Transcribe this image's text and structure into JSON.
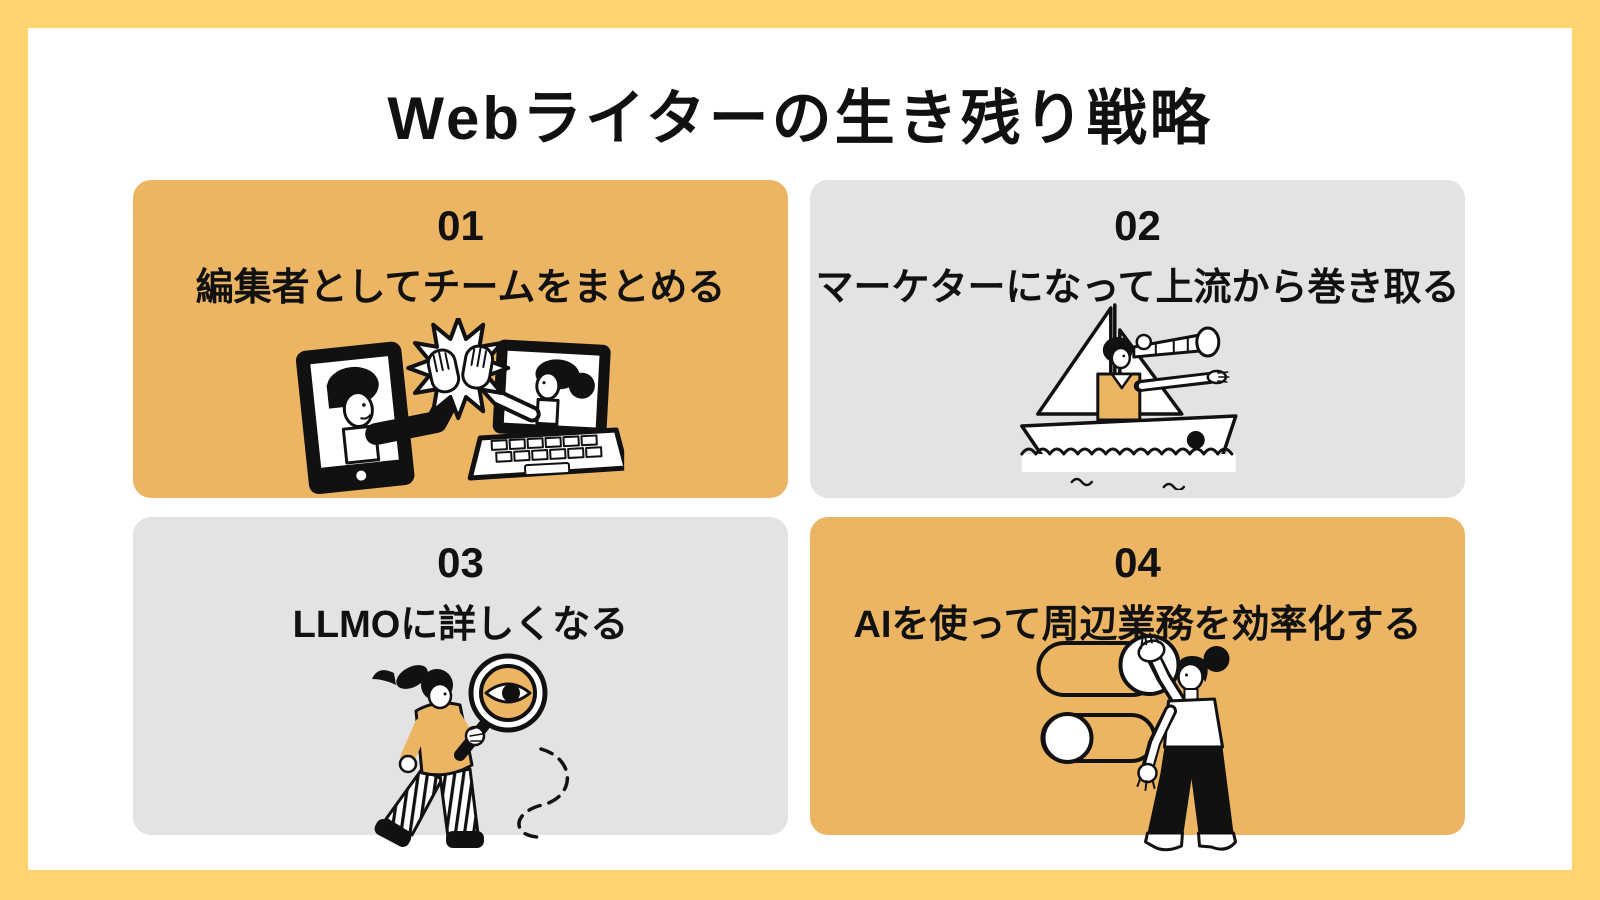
{
  "page": {
    "title": "Webライターの生き残り戦略"
  },
  "colors": {
    "frame_yellow": "#FFD36E",
    "card_orange": "#EBB563",
    "card_gray": "#E3E3E3",
    "ink": "#111111",
    "white": "#FFFFFF"
  },
  "cards": [
    {
      "number": "01",
      "title": "編集者としてチームをまとめる",
      "variant": "orange",
      "illustration": "high-five-through-screens-icon"
    },
    {
      "number": "02",
      "title": "マーケターになって上流から巻き取る",
      "variant": "gray",
      "illustration": "sailboat-telescope-icon"
    },
    {
      "number": "03",
      "title": "LLMOに詳しくなる",
      "variant": "gray",
      "illustration": "magnifying-glass-search-icon"
    },
    {
      "number": "04",
      "title": "AIを使って周辺業務を効率化する",
      "variant": "orange",
      "illustration": "toggle-switches-icon"
    }
  ]
}
